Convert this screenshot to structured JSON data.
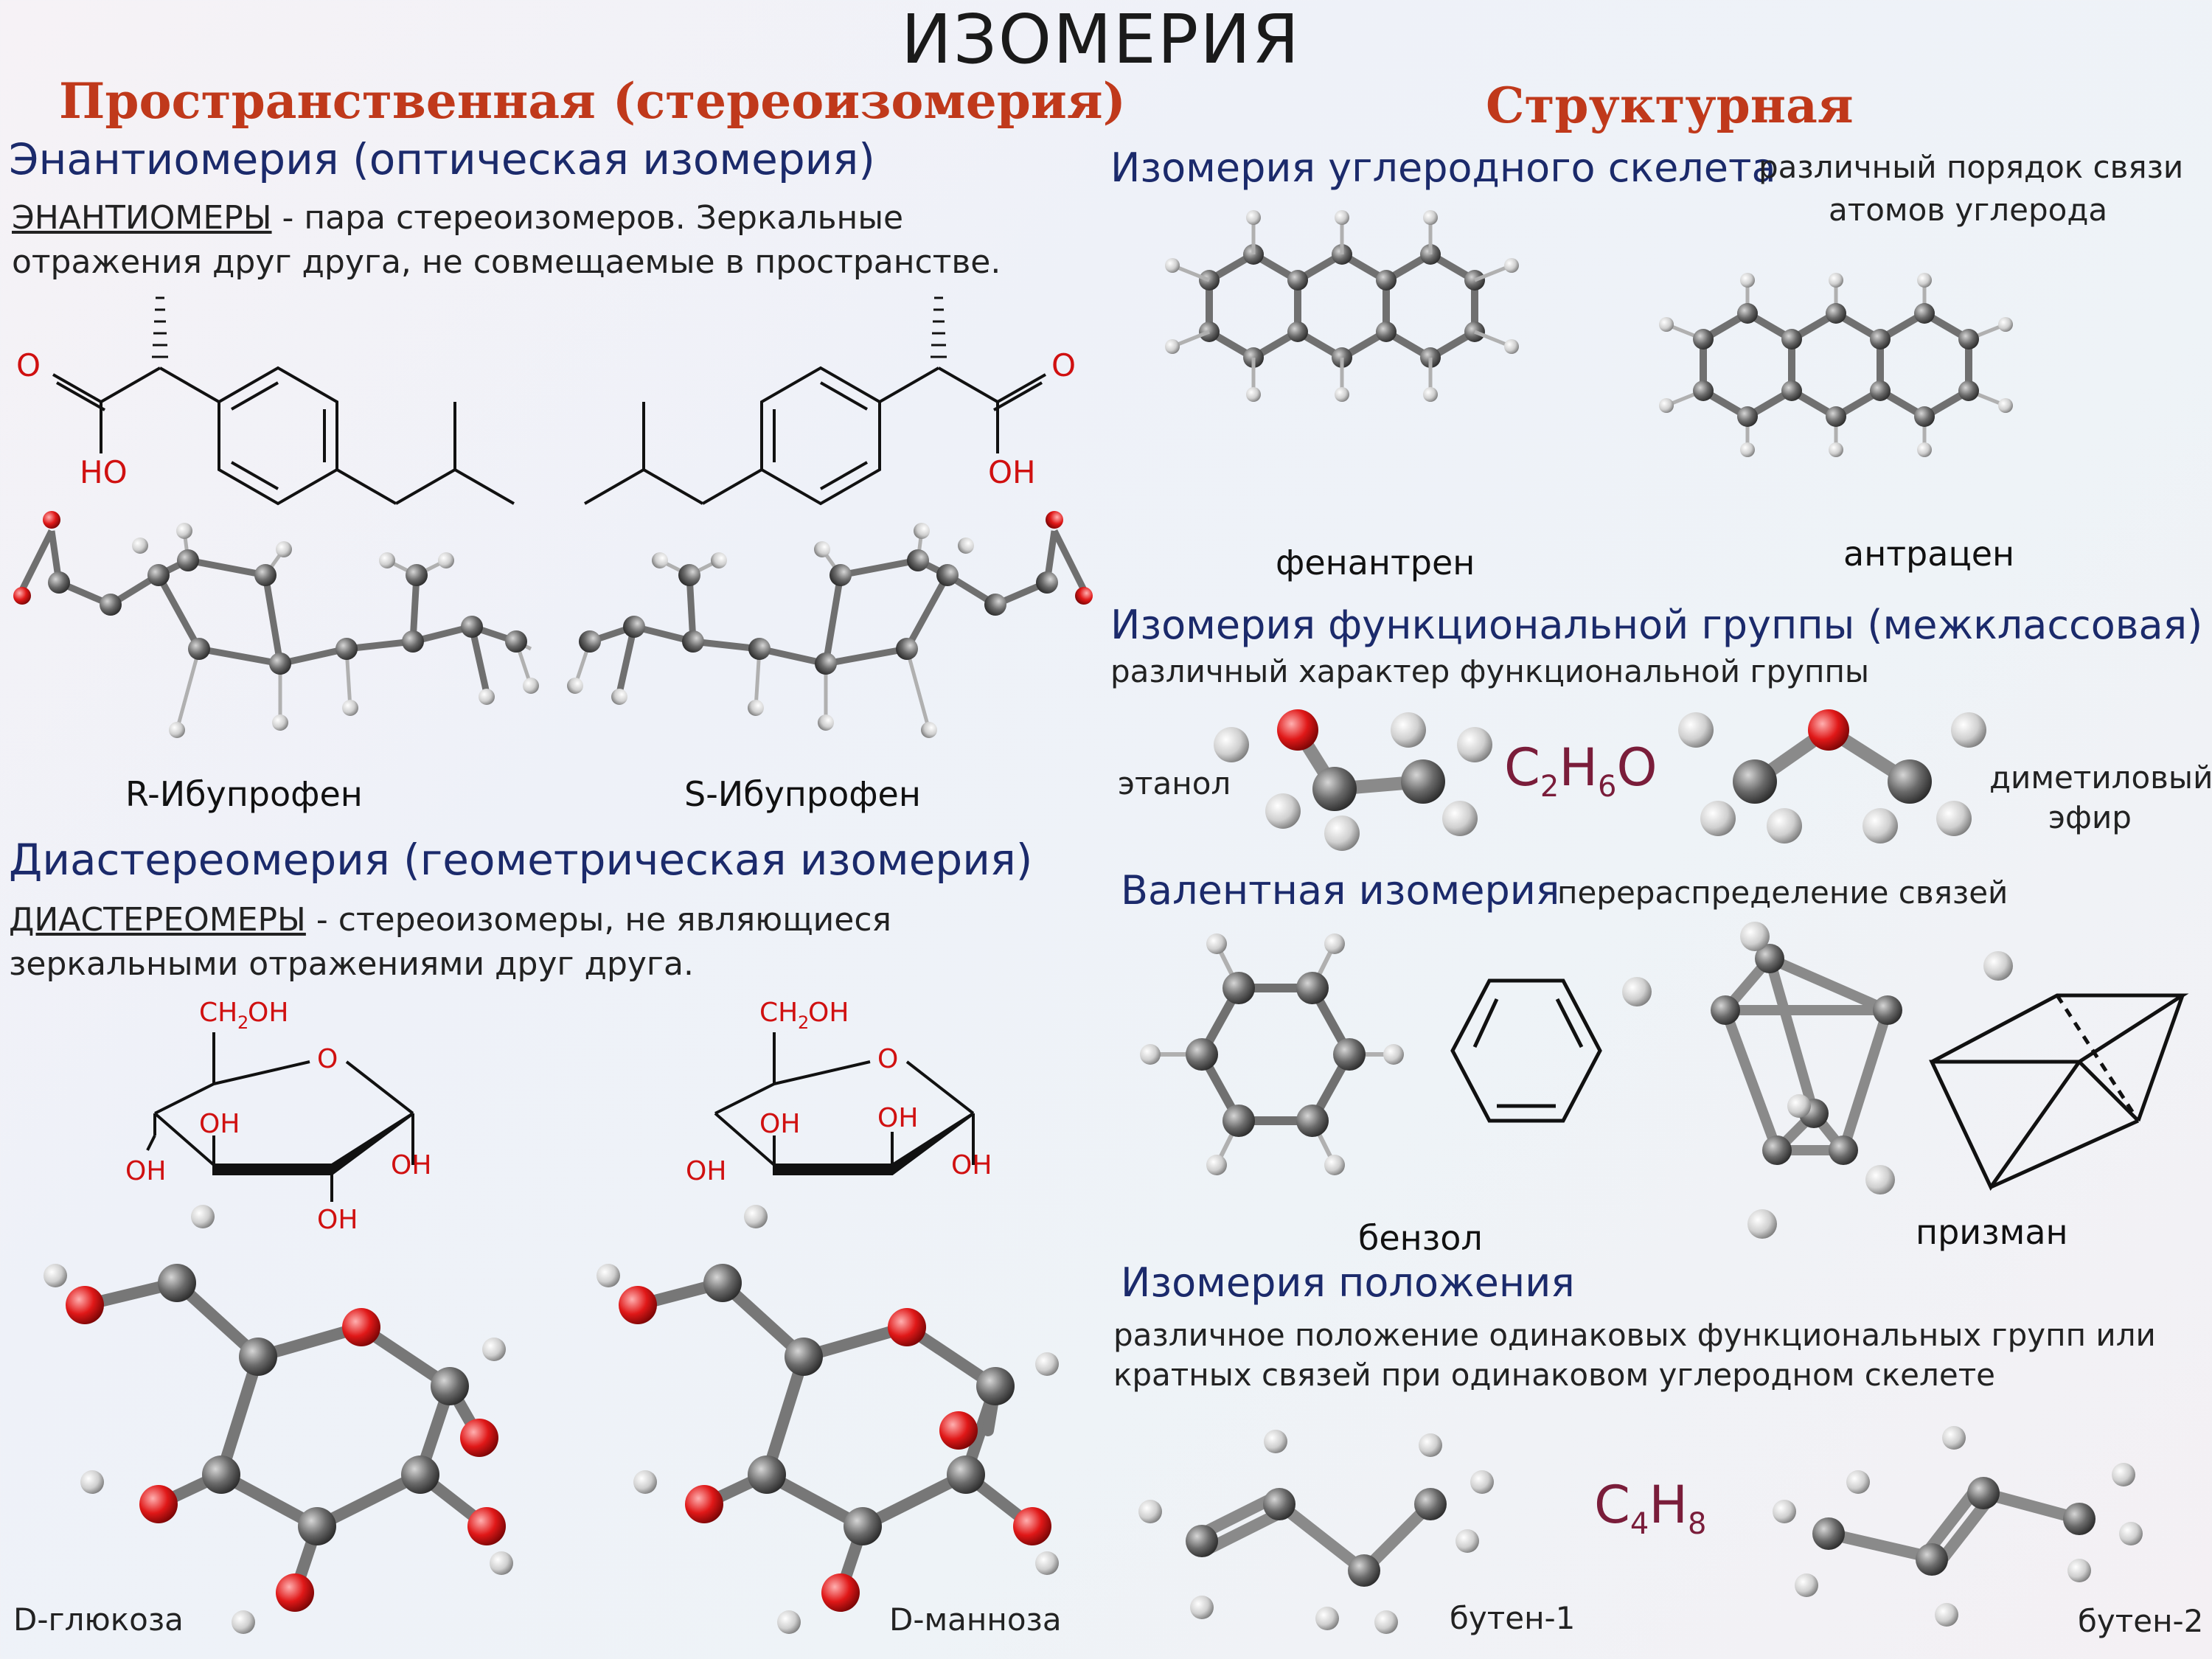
{
  "page": {
    "title": "ИЗОМЕРИЯ",
    "left_heading": "Пространственная (стереоизомерия)",
    "right_heading": "Структурная"
  },
  "enantiomers": {
    "heading": "Энантиомерия (оптическая изомерия)",
    "term": "ЭНАНТИОМЕРЫ",
    "def_rest": " - пара стереоизомеров. Зеркальные",
    "def_line2": "отражения друг друга, не совмещаемые в пространстве.",
    "left_o": "O",
    "left_ho": "HO",
    "right_o": "O",
    "right_oh": "OH",
    "r_label": "R-Ибупрофен",
    "s_label": "S-Ибупрофен"
  },
  "diastereomers": {
    "heading": "Диастереомерия (геометрическая изомерия)",
    "term": "ДИАСТЕРЕОМЕРЫ",
    "def_rest": " - стереоизомеры, не являющиеся",
    "def_line2": "зеркальными отражениями друг друга.",
    "ch2oh": "CH",
    "ch2oh_sub": "2",
    "ch2oh_end": "OH",
    "ring_o": "O",
    "oh": "OH",
    "glucose": "D-глюкоза",
    "mannose": "D-манноза"
  },
  "skeleton": {
    "heading": "Изомерия углеродного скелета",
    "desc1": "различный порядок связи",
    "desc2": "атомов углерода",
    "phenanthrene": "фенантрен",
    "anthracene": "антрацен"
  },
  "functional": {
    "heading": "Изомерия функциональной группы (межклассовая)",
    "desc": "различный характер функциональной группы",
    "ethanol": "этанол",
    "f_c": "C",
    "f_c_sub": "2",
    "f_h": "H",
    "f_h_sub": "6",
    "f_o": "O",
    "ether1": "диметиловый",
    "ether2": "эфир"
  },
  "valence": {
    "heading": "Валентная изомерия",
    "desc": "перераспределение связей",
    "benzene": "бензол",
    "prismane": "призман"
  },
  "position": {
    "heading": "Изомерия положения",
    "desc1": "различное положение одинаковых функциональных групп или",
    "desc2": "кратных связей при одинаковом углеродном скелете",
    "f_c": "C",
    "f_c_sub": "4",
    "f_h": "H",
    "f_h_sub": "8",
    "butene1": "бутен-1",
    "butene2": "бутен-2"
  },
  "colors": {
    "heading_red": "#c0391b",
    "heading_blue": "#1b2a6b",
    "oxygen": "#e01818",
    "carbon": "#6a6a6a",
    "hydrogen": "#d8d8d8",
    "formula": "#7a1d3a"
  }
}
